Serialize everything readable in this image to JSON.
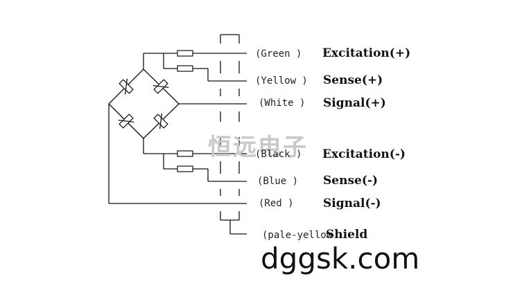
{
  "wires": [
    {
      "color": "(Green )",
      "function": "Excitation(+)"
    },
    {
      "color": "(Yellow )",
      "function": "Sense(+)"
    },
    {
      "color": "(White )",
      "function": "Signal(+)"
    },
    {
      "color": "(Black )",
      "function": "Excitation(-)"
    },
    {
      "color": "(Blue )",
      "function": "Sense(-)"
    },
    {
      "color": "(Red )",
      "function": "Signal(-)"
    },
    {
      "color": "(pale-yellow",
      "function": "Shield"
    }
  ],
  "watermark": "恒远电子",
  "site": "dggsk.com"
}
